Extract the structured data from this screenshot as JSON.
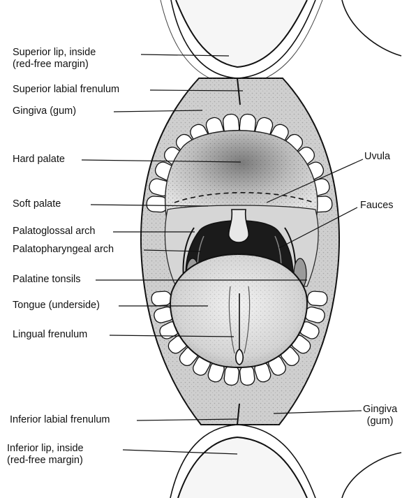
{
  "labels": {
    "superior_lip": {
      "line1": "Superior lip, inside",
      "line2": "(red-free margin)"
    },
    "superior_labial_frenulum": "Superior labial frenulum",
    "gingiva_upper": "Gingiva (gum)",
    "hard_palate": "Hard palate",
    "uvula": "Uvula",
    "soft_palate": "Soft palate",
    "fauces": "Fauces",
    "palatoglossal_arch": "Palatoglossal arch",
    "palatopharyngeal_arch": "Palatopharyngeal arch",
    "palatine_tonsils": "Palatine tonsils",
    "tongue_underside": "Tongue (underside)",
    "lingual_frenulum": "Lingual frenulum",
    "inferior_labial_frenulum": "Inferior labial frenulum",
    "gingiva_lower": {
      "line1": "Gingiva",
      "line2": "(gum)"
    },
    "inferior_lip": {
      "line1": "Inferior lip, inside",
      "line2": "(red-free margin)"
    }
  },
  "colors": {
    "ink": "#111111",
    "gum_shade": "#c9c9c9",
    "palate_shade": "#b8b8b8",
    "throat_dark": "#1a1a1a",
    "tooth": "#ffffff"
  }
}
